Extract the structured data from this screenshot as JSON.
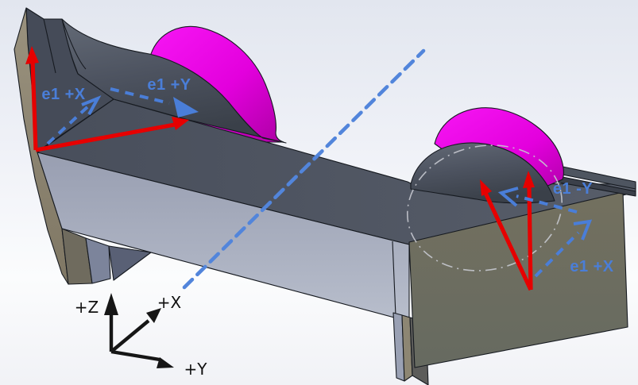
{
  "annotations": {
    "left_frame": {
      "x_label": "e1 +X",
      "y_label": "e1 +Y"
    },
    "right_frame": {
      "neg_y_label": "e1 -Y",
      "x_label": "e1 +X"
    },
    "view_triad": {
      "z_label": "+Z",
      "x_label": "+X",
      "y_label": "+Y"
    },
    "colors": {
      "annotation_blue": "#4a7ed8",
      "arrow_red": "#e60000",
      "roller_magenta": "#e800e2",
      "triad_black": "#111111"
    }
  }
}
